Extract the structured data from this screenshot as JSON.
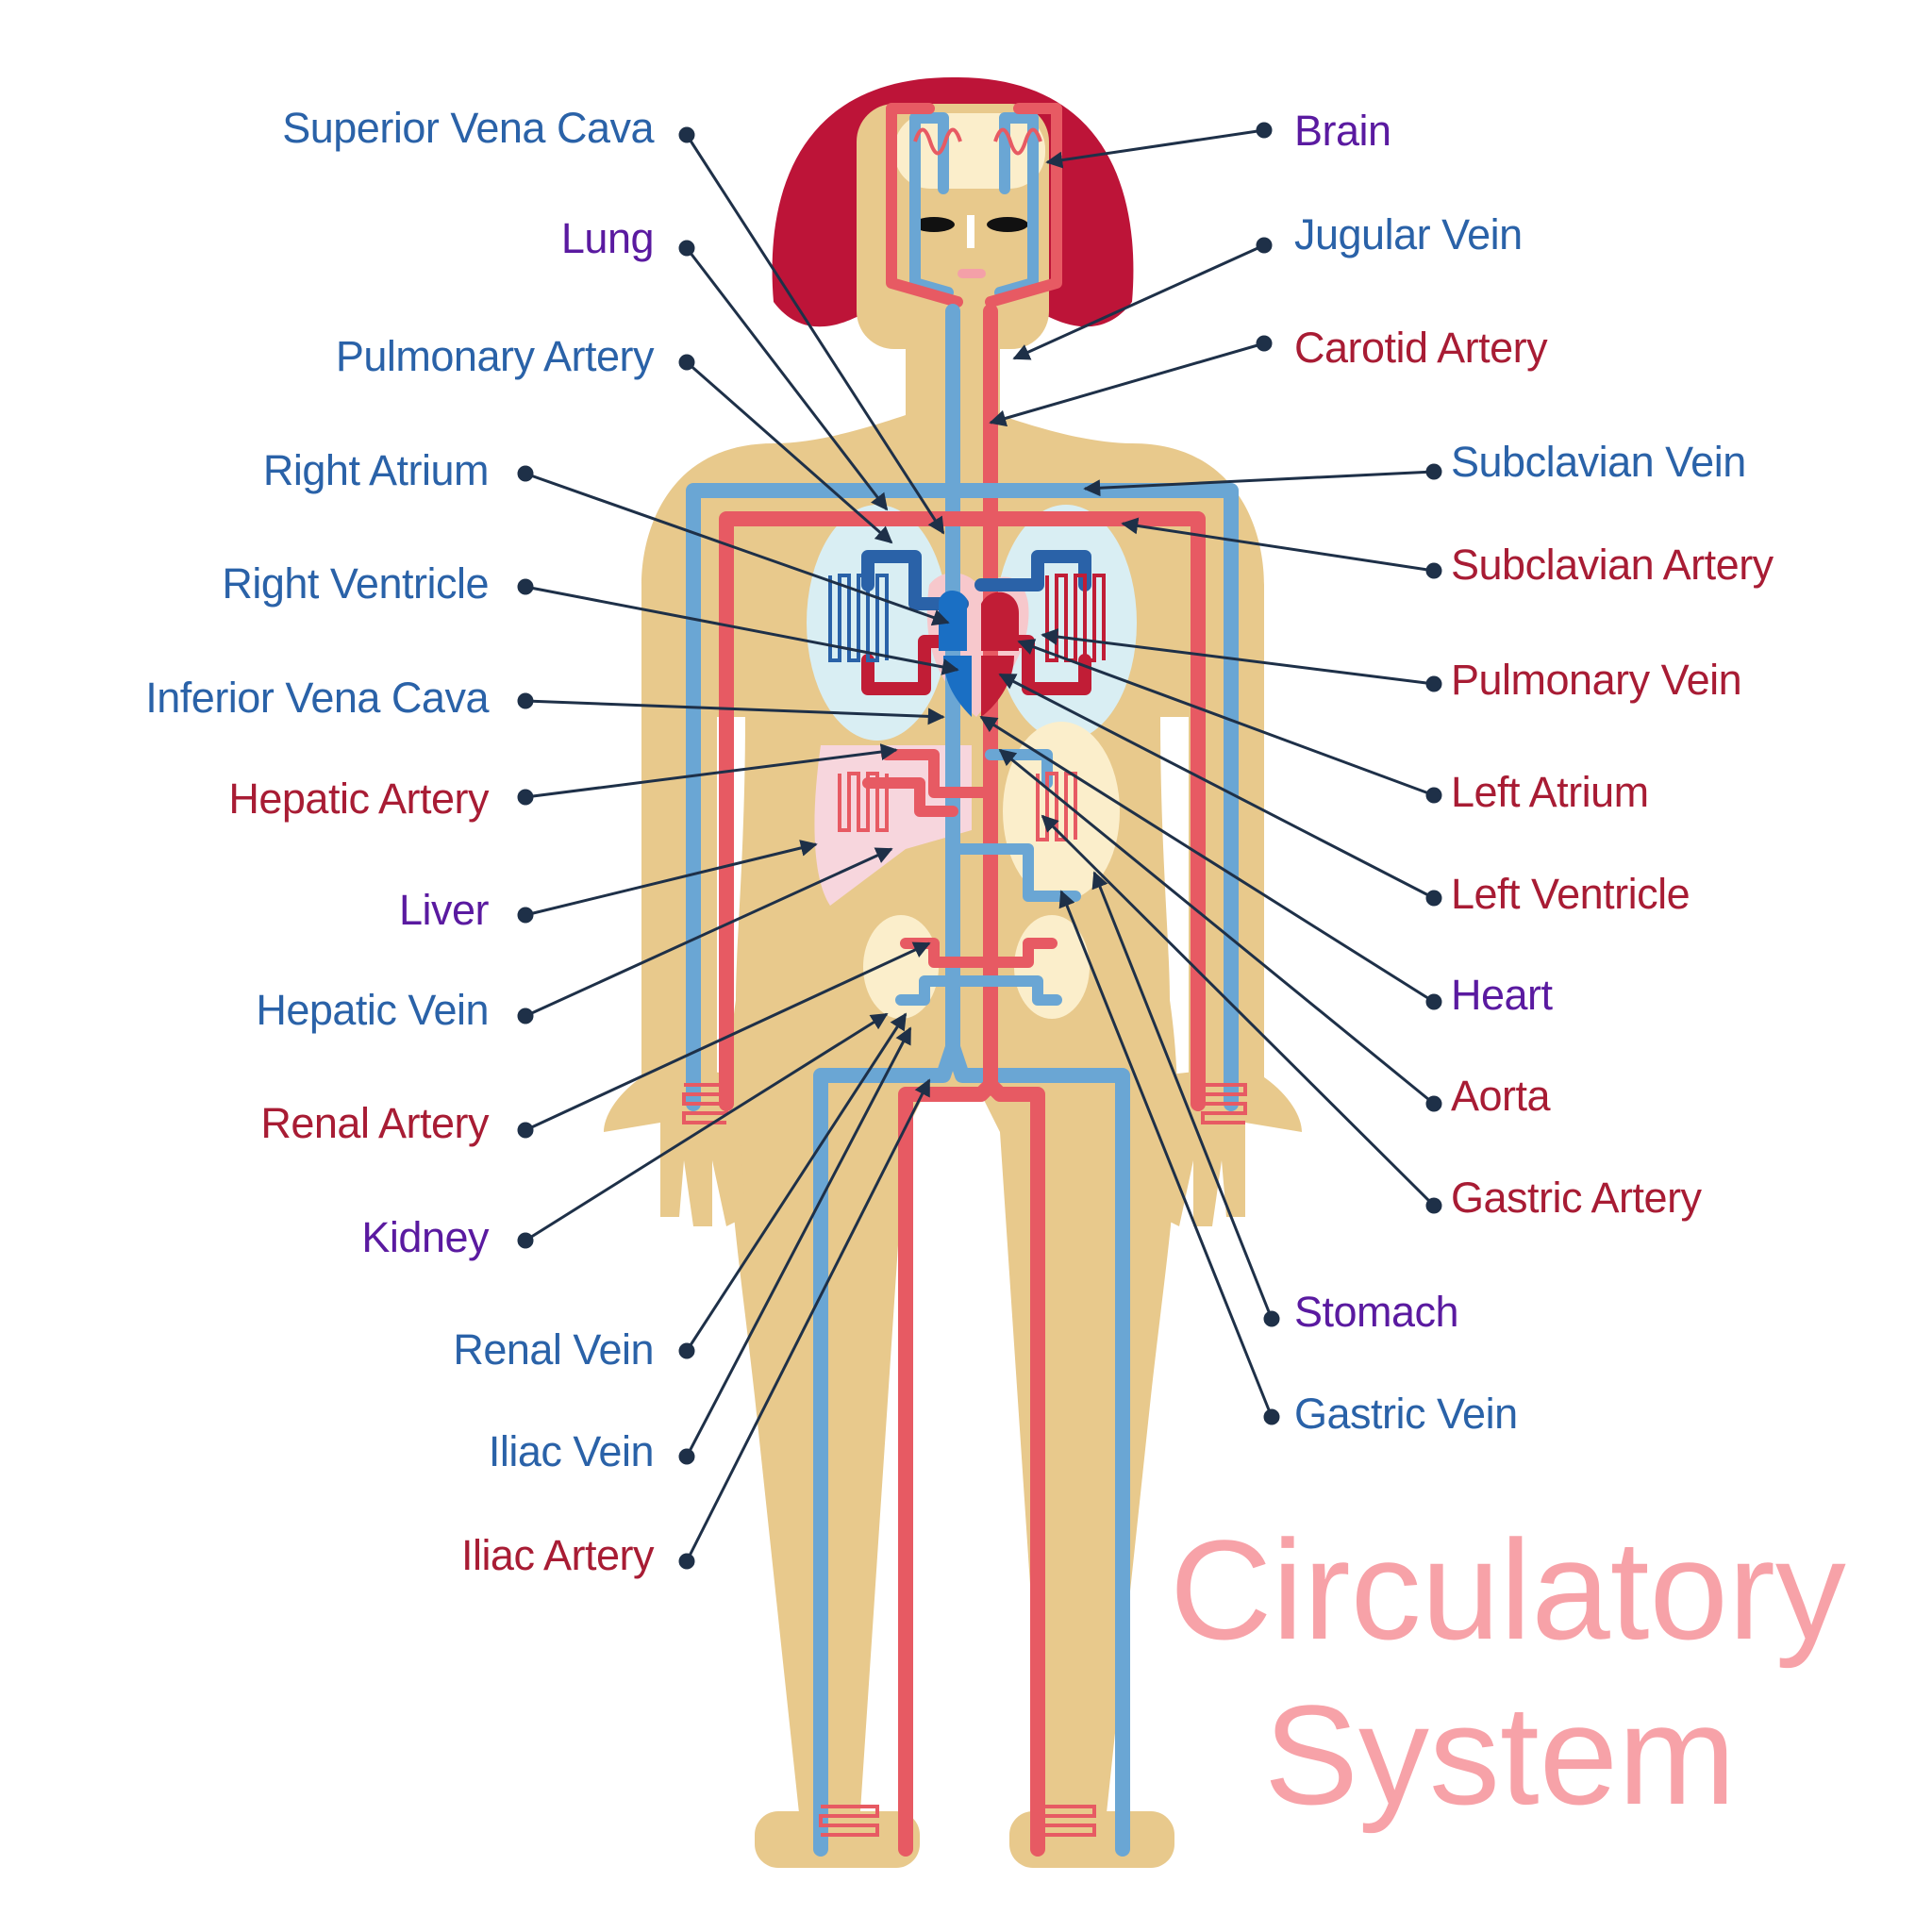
{
  "title": {
    "line1": "Circulatory",
    "line2": "System"
  },
  "colors": {
    "skin": "#e8c98c",
    "hair": "#bd1438",
    "artery": "#e75a63",
    "vein": "#6aa6d4",
    "vein_label": "#2a62a8",
    "artery_label": "#a81c34",
    "organ_label": "#5a1aa0",
    "leader": "#1e3048",
    "title": "#f7a2a8"
  },
  "labels": {
    "superior_vena_cava": "Superior Vena Cava",
    "lung": "Lung",
    "pulmonary_artery": "Pulmonary Artery",
    "right_atrium": "Right Atrium",
    "right_ventricle": "Right Ventricle",
    "inferior_vena_cava": "Inferior Vena Cava",
    "hepatic_artery": "Hepatic Artery",
    "liver": "Liver",
    "hepatic_vein": "Hepatic Vein",
    "renal_artery": "Renal Artery",
    "kidney": "Kidney",
    "renal_vein": "Renal Vein",
    "iliac_vein": "Iliac Vein",
    "iliac_artery": "Iliac Artery",
    "brain": "Brain",
    "jugular_vein": "Jugular Vein",
    "carotid_artery": "Carotid Artery",
    "subclavian_vein": "Subclavian Vein",
    "subclavian_artery": "Subclavian Artery",
    "pulmonary_vein": "Pulmonary Vein",
    "left_atrium": "Left Atrium",
    "left_ventricle": "Left Ventricle",
    "heart": "Heart",
    "aorta": "Aorta",
    "gastric_artery": "Gastric Artery",
    "stomach": "Stomach",
    "gastric_vein": "Gastric Vein"
  }
}
